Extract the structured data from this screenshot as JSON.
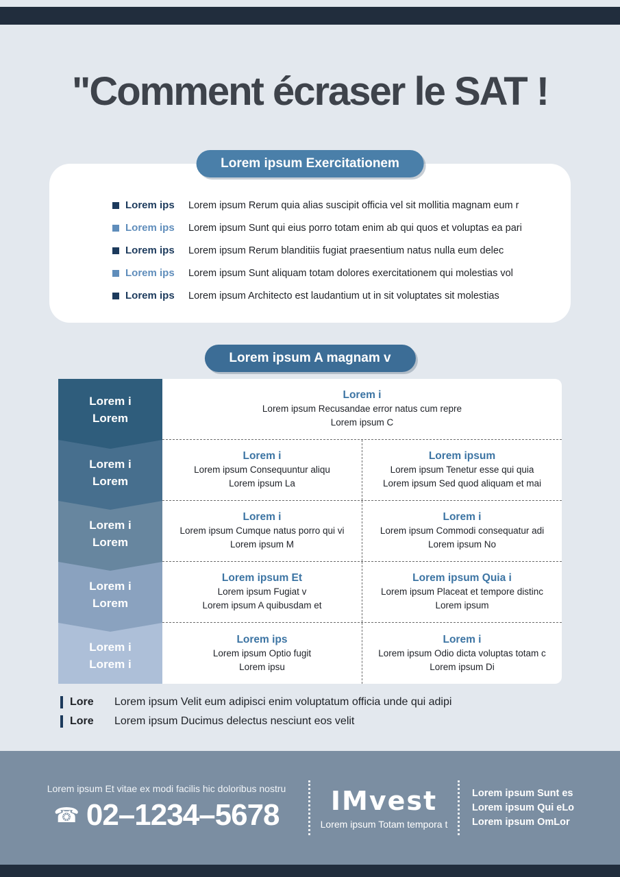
{
  "page": {
    "title": "\"Comment écraser le SAT !"
  },
  "section1": {
    "badge": "Lorem ipsum Exercitationem",
    "items": [
      {
        "label": "Lorem ips",
        "text": "Lorem ipsum Rerum quia alias suscipit officia vel sit mollitia magnam eum r"
      },
      {
        "label": "Lorem ips",
        "text": "Lorem ipsum Sunt qui eius porro totam enim ab qui quos et voluptas ea pari"
      },
      {
        "label": "Lorem ips",
        "text": "Lorem ipsum Rerum blanditiis fugiat praesentium natus nulla eum delec"
      },
      {
        "label": "Lorem ips",
        "text": "Lorem ipsum Sunt aliquam totam dolores exercitationem qui molestias vol"
      },
      {
        "label": "Lorem ips",
        "text": "Lorem ipsum Architecto est laudantium ut in sit voluptates sit molestias"
      }
    ]
  },
  "section2": {
    "badge": "Lorem ipsum A magnam v",
    "rows": [
      {
        "stage": [
          "Lorem i",
          "Lorem"
        ],
        "cells": [
          {
            "header": "Lorem i",
            "lines": [
              "Lorem ipsum Recusandae error natus cum repre",
              "Lorem ipsum C"
            ]
          }
        ]
      },
      {
        "stage": [
          "Lorem i",
          "Lorem"
        ],
        "cells": [
          {
            "header": "Lorem i",
            "lines": [
              "Lorem ipsum Consequuntur aliqu",
              "Lorem ipsum La"
            ]
          },
          {
            "header": "Lorem ipsum",
            "lines": [
              "Lorem ipsum Tenetur esse qui quia",
              "Lorem ipsum Sed quod aliquam et mai"
            ]
          }
        ]
      },
      {
        "stage": [
          "Lorem i",
          "Lorem"
        ],
        "cells": [
          {
            "header": "Lorem i",
            "lines": [
              "Lorem ipsum Cumque natus porro qui vi",
              "Lorem ipsum M"
            ]
          },
          {
            "header": "Lorem i",
            "lines": [
              "Lorem ipsum Commodi consequatur adi",
              "Lorem ipsum No"
            ]
          }
        ]
      },
      {
        "stage": [
          "Lorem i",
          "Lorem"
        ],
        "cells": [
          {
            "header": "Lorem ipsum Et",
            "lines": [
              "Lorem ipsum Fugiat v",
              "Lorem ipsum A quibusdam et"
            ]
          },
          {
            "header": "Lorem ipsum Quia i",
            "lines": [
              "Lorem ipsum Placeat et tempore distinc",
              "Lorem ipsum"
            ]
          }
        ]
      },
      {
        "stage": [
          "Lorem i",
          "Lorem i"
        ],
        "cells": [
          {
            "header": "Lorem ips",
            "lines": [
              "Lorem ipsum Optio fugit",
              "Lorem ipsu"
            ]
          },
          {
            "header": "Lorem i",
            "lines": [
              "Lorem ipsum Odio dicta voluptas totam c",
              "Lorem ipsum Di"
            ]
          }
        ]
      }
    ],
    "notes": [
      {
        "label": "Lore",
        "text": "Lorem ipsum Velit eum adipisci enim voluptatum officia unde qui adipi"
      },
      {
        "label": "Lore",
        "text": "Lorem ipsum Ducimus delectus nesciunt eos velit"
      }
    ]
  },
  "footer": {
    "tagline": "Lorem ipsum Et vitae ex modi facilis hic doloribus nostru",
    "phone_icon": "☎",
    "phone": "02–1234–5678",
    "brand": "IMvest",
    "brand_sub": "Lorem ipsum Totam tempora t",
    "links": [
      "Lorem ipsum Sunt es",
      "Lorem ipsum Qui eLo",
      "Lorem ipsum OmLor"
    ]
  },
  "colors": {
    "accent_blue": "#4a7fa9",
    "deep_blue": "#3c6d96",
    "navy": "#1c3a5c",
    "bar_dark": "#212d3d",
    "footer_bg": "#7b8ea2",
    "page_bg": "#e3e8ee"
  }
}
